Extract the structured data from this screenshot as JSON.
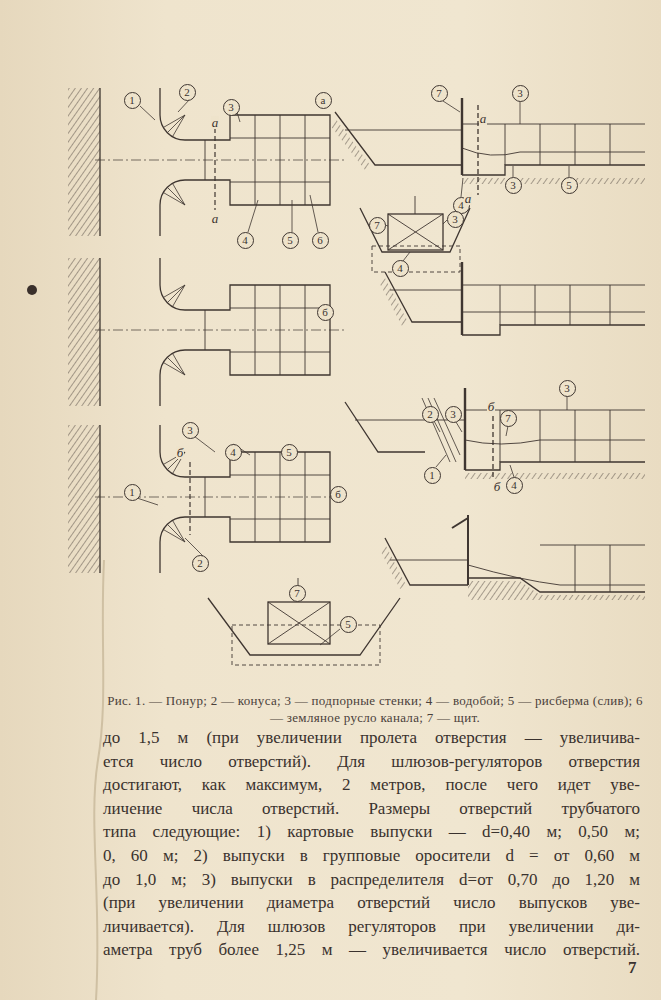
{
  "diagram": {
    "caption": "Рис. 1. — Понур; 2 — конуса; 3 — подпорные стенки; 4 — водобой; 5 — рисберма (слив); 6 — земляное русло канала; 7 — щит.",
    "nodes": [
      {
        "text": [
          "1"
        ]
      },
      {
        "text": [
          "2"
        ]
      },
      {
        "text": [
          "3"
        ]
      },
      {
        "text": [
          "а"
        ]
      },
      {
        "text": [
          "7"
        ]
      },
      {
        "text": [
          "3"
        ]
      },
      {
        "text": [
          "3"
        ]
      },
      {
        "text": [
          "5"
        ]
      },
      {
        "text": [
          "4"
        ]
      },
      {
        "text": [
          "7"
        ]
      },
      {
        "text": [
          "3"
        ]
      },
      {
        "text": [
          "4"
        ]
      },
      {
        "text": [
          "5"
        ]
      },
      {
        "text": [
          "6"
        ]
      },
      {
        "text": [
          "4"
        ]
      },
      {
        "text": [
          "б"
        ]
      },
      {
        "text": [
          "3"
        ]
      },
      {
        "text": [
          "2"
        ]
      },
      {
        "text": [
          "3"
        ]
      },
      {
        "text": [
          "7"
        ]
      },
      {
        "text": [
          "3"
        ]
      },
      {
        "text": [
          "4"
        ]
      },
      {
        "text": [
          "5"
        ]
      },
      {
        "text": [
          "1"
        ]
      },
      {
        "text": [
          "4"
        ]
      },
      {
        "text": [
          "1"
        ]
      },
      {
        "text": [
          "б"
        ]
      },
      {
        "text": [
          "2"
        ]
      },
      {
        "text": [
          "7"
        ]
      },
      {
        "text": [
          "5"
        ]
      }
    ],
    "labels": [
      "а",
      "а",
      "а",
      "а",
      "б",
      "б",
      "б",
      "до 1,5 м (при увеличении пролета отверстия — увеличива-",
      "ется число отверстий). Для шлюзов-регуляторов отверстия",
      "достигают, как максимум, 2 метров, после чего идет уве-",
      "личение числа отверстий. Размеры отверстий трубчатого",
      "типа следующие: 1) картовые выпуски — d=0,40 м; 0,50 м;",
      "0, 60 м; 2) выпуски в групповые оросители d = от 0,60 м",
      "до 1,0 м; 3) выпуски в распределителя d=от 0,70 до 1,20 м",
      "(при увеличении диаметра отверстий число выпусков уве-",
      "личивается). Для шлюзов регуляторов при увеличении ди-",
      "аметра труб более 1,25 м — увеличивается число отверстий.",
      "7"
    ]
  }
}
